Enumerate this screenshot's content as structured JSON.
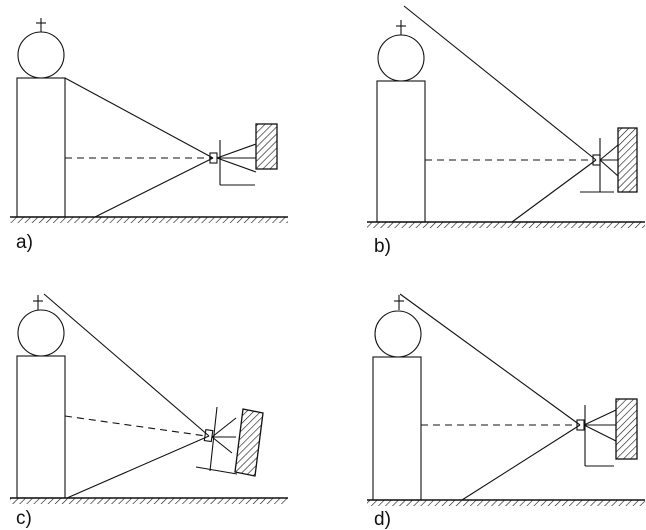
{
  "panels": [
    {
      "label": "a)"
    },
    {
      "label": "b)"
    },
    {
      "label": "c)"
    },
    {
      "label": "d)"
    }
  ],
  "colors": {
    "ink": "#111111",
    "background": "#ffffff"
  }
}
